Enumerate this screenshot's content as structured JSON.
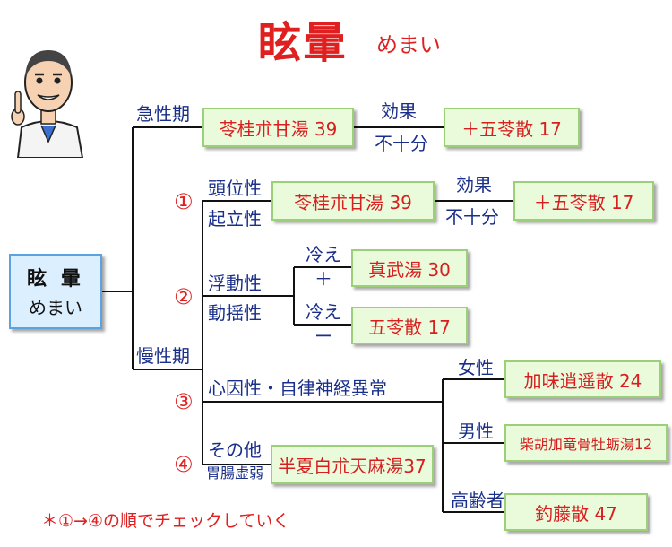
{
  "header": {
    "title": "眩暈",
    "subtitle": "めまい"
  },
  "root": {
    "line1": "眩 暈",
    "line2": "めまい"
  },
  "phases": {
    "acute": "急性期",
    "chronic": "慢性期"
  },
  "acute_branch": {
    "first": "苓桂朮甘湯 39",
    "condition_top": "効果",
    "condition_bottom": "不十分",
    "next": "＋五苓散 17"
  },
  "types": [
    {
      "num": "①",
      "labels": [
        "頭位性",
        "起立性"
      ],
      "first": "苓桂朮甘湯 39",
      "condition_top": "効果",
      "condition_bottom": "不十分",
      "next": "＋五苓散 17"
    },
    {
      "num": "②",
      "labels": [
        "浮動性",
        "動揺性"
      ],
      "branches": [
        {
          "cond_top": "冷え",
          "cond_bottom": "＋",
          "med": "真武湯 30"
        },
        {
          "cond_top": "冷え",
          "cond_bottom": "ー",
          "med": "五苓散 17"
        }
      ]
    },
    {
      "num": "③",
      "label": "心因性・自律神経異常",
      "branches": [
        {
          "cond": "女性",
          "med": "加味逍遥散 24"
        },
        {
          "cond": "男性",
          "med": "柴胡加竜骨牡蛎湯12"
        },
        {
          "cond": "高齢者",
          "med": "釣藤散 47"
        }
      ]
    },
    {
      "num": "④",
      "label": "その他",
      "sublabel": "胃腸虚弱",
      "med": "半夏白朮天麻湯37"
    }
  ],
  "footnote": "＊①→④の順でチェックしていく",
  "colors": {
    "red": "#e02020",
    "blue": "#1a2f8a",
    "box_fill": "#eafbdc",
    "box_border": "#9bd078",
    "root_fill": "#dcefff"
  }
}
